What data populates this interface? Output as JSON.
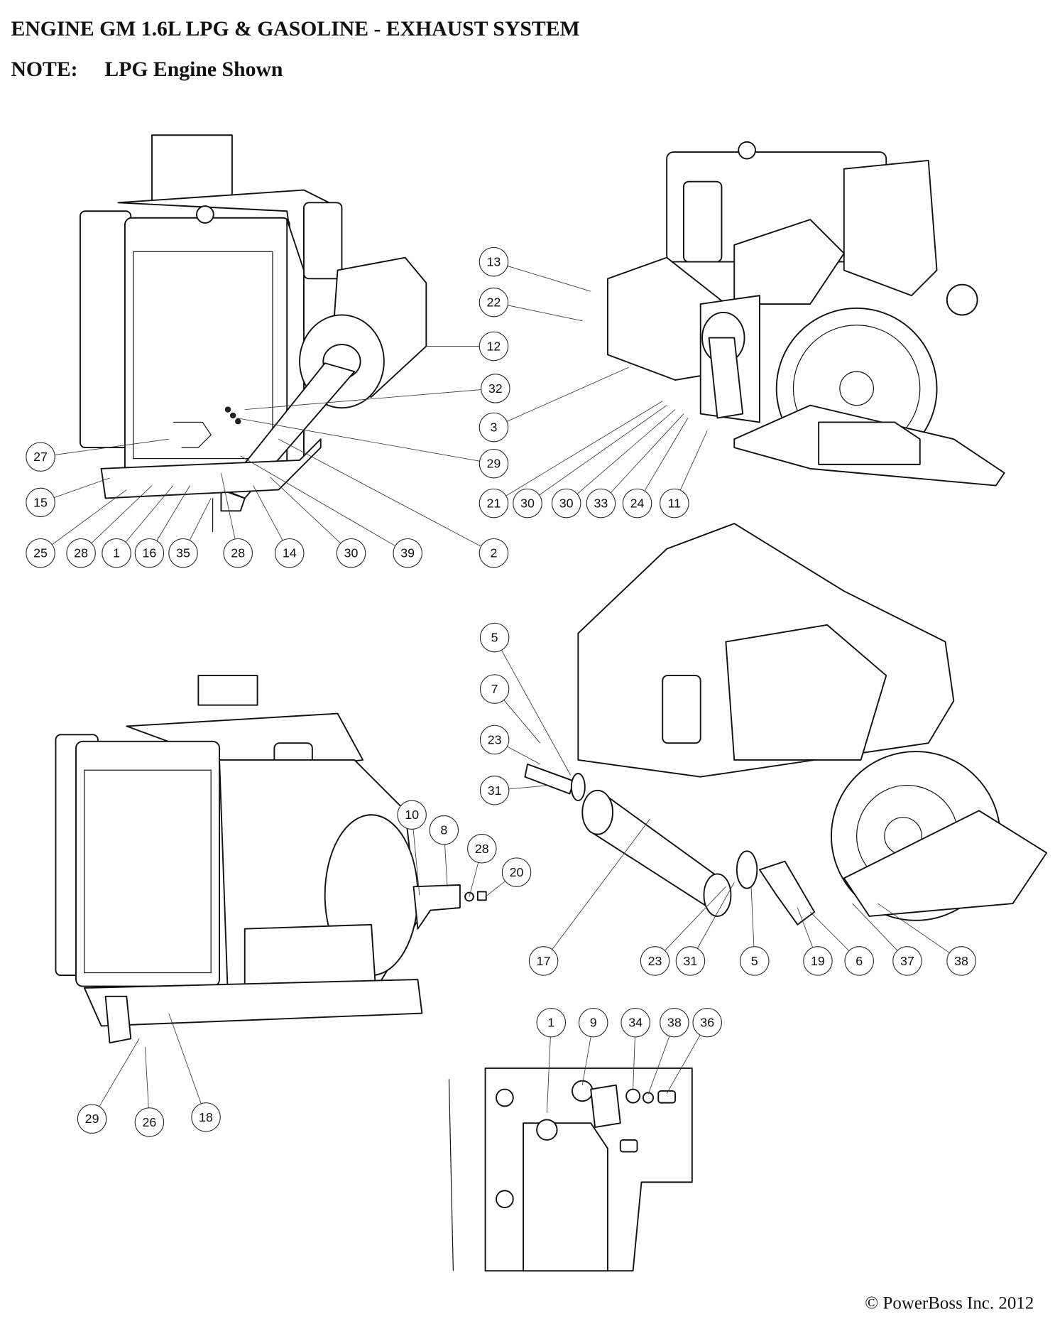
{
  "header": {
    "title": "ENGINE GM 1.6L LPG & GASOLINE - EXHAUST SYSTEM",
    "note_label": "NOTE:",
    "note_text": "LPG Engine Shown"
  },
  "views": [
    {
      "name": "view-radiator-side",
      "callouts": [
        "27",
        "15",
        "25",
        "28",
        "1",
        "16",
        "35",
        "28",
        "14",
        "30",
        "39",
        "2",
        "12",
        "32",
        "29"
      ]
    },
    {
      "name": "view-flywheel-side",
      "callouts": [
        "13",
        "22",
        "3",
        "21",
        "30",
        "30",
        "33",
        "24",
        "11"
      ]
    },
    {
      "name": "view-front-bracket",
      "callouts": [
        "10",
        "8",
        "28",
        "20",
        "29",
        "26",
        "18"
      ]
    },
    {
      "name": "view-muffler-exploded",
      "callouts": [
        "5",
        "7",
        "23",
        "31",
        "17",
        "23",
        "31",
        "5",
        "19",
        "6",
        "37",
        "38"
      ]
    },
    {
      "name": "view-detail-mount",
      "callouts": [
        "1",
        "9",
        "34",
        "38",
        "36"
      ]
    }
  ],
  "footer": {
    "copyright": "© PowerBoss Inc. 2012"
  }
}
